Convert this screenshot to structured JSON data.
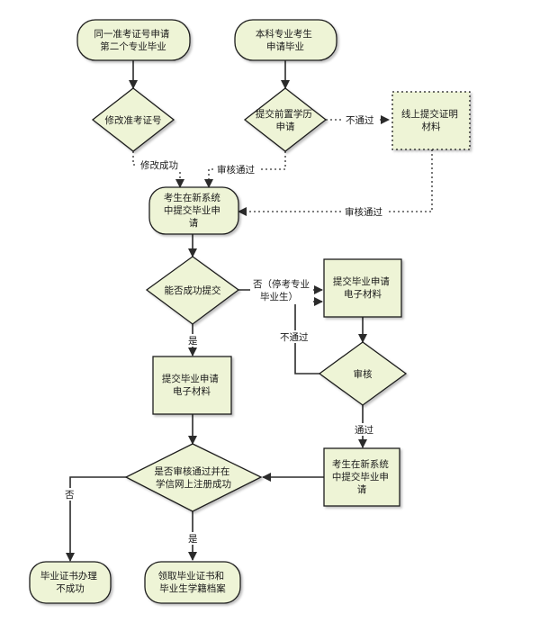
{
  "nodes": {
    "start_same_exam_no": [
      "同一准考证号申请",
      "第二个专业毕业"
    ],
    "start_bachelor": [
      "本科专业考生",
      "申请毕业"
    ],
    "modify_exam_no": [
      "修改准考证号"
    ],
    "submit_prior_degree": [
      "提交前置学历",
      "申请"
    ],
    "offline_certificate": [
      "线上提交证明",
      "材料"
    ],
    "apply_new_system_top": [
      "考生在新系统",
      "中提交毕业申",
      "请"
    ],
    "can_submit": [
      "能否成功提交"
    ],
    "submit_materials_right": [
      "提交毕业申请",
      "电子材料"
    ],
    "review": [
      "审核"
    ],
    "submit_materials_left": [
      "提交毕业申请",
      "电子材料"
    ],
    "apply_new_system_right": [
      "考生在新系统",
      "中提交毕业申",
      "请"
    ],
    "approved_registered": [
      "是否审核通过并在",
      "学信网上注册成功"
    ],
    "cert_fail": [
      "毕业证书办理",
      "不成功"
    ],
    "receive_cert": [
      "领取毕业证书和",
      "毕业生学籍档案"
    ]
  },
  "edges": {
    "modify_success": "修改成功",
    "review_pass_1": "审核通过",
    "not_pass_1": "不通过",
    "review_pass_2": "审核通过",
    "no_stop_exam": [
      "否（停考专业",
      "毕业生）"
    ],
    "yes_1": "是",
    "not_pass_2": "不通过",
    "pass": "通过",
    "no_2": "否",
    "yes_2": "是"
  },
  "colors": {
    "node_fill": "#eef4d6",
    "node_stroke": "#1f1f1f",
    "line": "#2b2b2b",
    "dotted_line": "#555555"
  }
}
